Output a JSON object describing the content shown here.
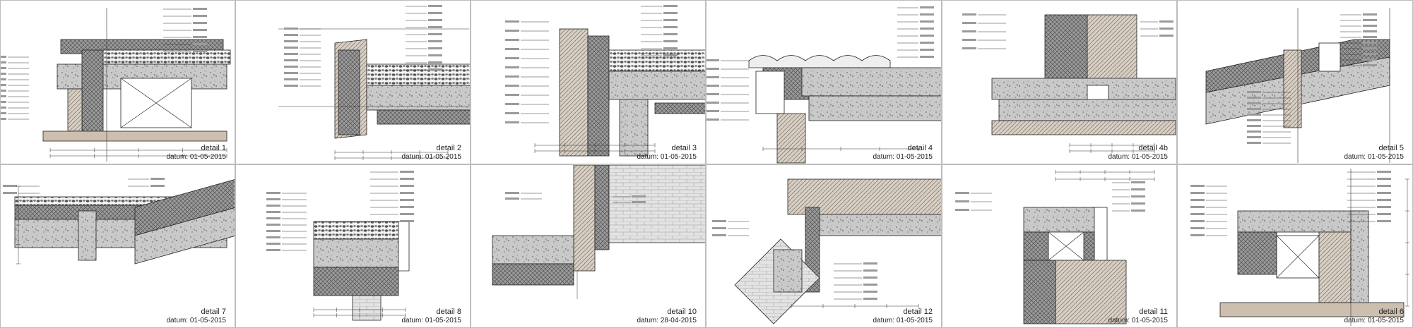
{
  "sheet": {
    "panels": [
      {
        "detail": "detail 1",
        "date": "datum: 01-05-2015",
        "scene": "parapet"
      },
      {
        "detail": "detail 2",
        "date": "datum: 01-05-2015",
        "scene": "kantelement"
      },
      {
        "detail": "detail 3",
        "date": "datum: 01-05-2015",
        "scene": "wall"
      },
      {
        "detail": "detail 4",
        "date": "datum: 01-05-2015",
        "scene": "eaves"
      },
      {
        "detail": "detail 4b",
        "date": "datum: 01-05-2015",
        "scene": "beam"
      },
      {
        "detail": "detail 5",
        "date": "datum: 01-05-2015",
        "scene": "sloped"
      },
      {
        "detail": "detail 7",
        "date": "datum: 01-05-2015",
        "scene": "slope"
      },
      {
        "detail": "detail 8",
        "date": "datum: 01-05-2015",
        "scene": "gutter"
      },
      {
        "detail": "detail 10",
        "date": "datum: 28-04-2015",
        "scene": "corner"
      },
      {
        "detail": "detail 12",
        "date": "datum: 01-05-2015",
        "scene": "tilted"
      },
      {
        "detail": "detail 11",
        "date": "datum: 01-05-2015",
        "scene": "frame"
      },
      {
        "detail": "detail 6",
        "date": "datum: 01-05-2015",
        "scene": "column"
      }
    ]
  }
}
